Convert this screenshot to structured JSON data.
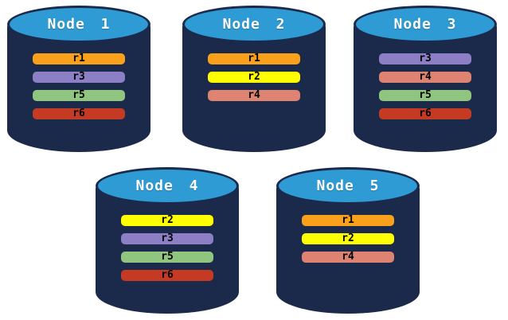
{
  "diagram": {
    "description": "Five database node cylinders showing replica placement",
    "palette": {
      "cylinder_body": "#1b2a4b",
      "cylinder_top_fill": "#2e9bd5",
      "cylinder_outline": "#1b2a4b",
      "title_text": "#ffffff",
      "bar_label_text": "#000000",
      "background": "#ffffff"
    },
    "replica_colors": {
      "r1": "#f9a11b",
      "r2": "#ffff00",
      "r3": "#8c7fc6",
      "r4": "#de8271",
      "r5": "#8fc57e",
      "r6": "#c43a23"
    }
  },
  "nodes": [
    {
      "title": "Node 1",
      "replicas": [
        {
          "label": "r1",
          "color": "#f9a11b"
        },
        {
          "label": "r3",
          "color": "#8c7fc6"
        },
        {
          "label": "r5",
          "color": "#8fc57e"
        },
        {
          "label": "r6",
          "color": "#c43a23"
        }
      ]
    },
    {
      "title": "Node 2",
      "replicas": [
        {
          "label": "r1",
          "color": "#f9a11b"
        },
        {
          "label": "r2",
          "color": "#ffff00"
        },
        {
          "label": "r4",
          "color": "#de8271"
        }
      ]
    },
    {
      "title": "Node 3",
      "replicas": [
        {
          "label": "r3",
          "color": "#8c7fc6"
        },
        {
          "label": "r4",
          "color": "#de8271"
        },
        {
          "label": "r5",
          "color": "#8fc57e"
        },
        {
          "label": "r6",
          "color": "#c43a23"
        }
      ]
    },
    {
      "title": "Node 4",
      "replicas": [
        {
          "label": "r2",
          "color": "#ffff00"
        },
        {
          "label": "r3",
          "color": "#8c7fc6"
        },
        {
          "label": "r5",
          "color": "#8fc57e"
        },
        {
          "label": "r6",
          "color": "#c43a23"
        }
      ]
    },
    {
      "title": "Node 5",
      "replicas": [
        {
          "label": "r1",
          "color": "#f9a11b"
        },
        {
          "label": "r2",
          "color": "#ffff00"
        },
        {
          "label": "r4",
          "color": "#de8271"
        }
      ]
    }
  ]
}
